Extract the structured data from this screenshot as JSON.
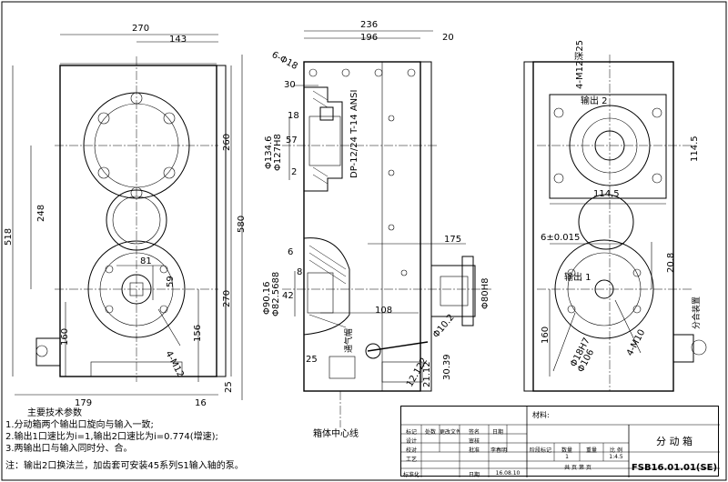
{
  "dimensions": {
    "top_left": [
      "270",
      "143"
    ],
    "top_mid": [
      "236",
      "196",
      "20"
    ],
    "bolt_holes": "6-Φ18",
    "left_view": [
      "518",
      "248",
      "260",
      "580",
      "270",
      "156",
      "160",
      "81",
      "59",
      "4-M12",
      "179",
      "16",
      "25"
    ],
    "mid_view": [
      "30",
      "18",
      "57",
      "Φ134.6",
      "Φ127H8",
      "2",
      "DP-12/24 T-14 ANSI",
      "6",
      "8",
      "42",
      "Φ90.16",
      "Φ82.5688",
      "175",
      "Φ80H8",
      "108",
      "Φ10.2",
      "21.12",
      "30.39",
      "12.122",
      "25",
      "通气帽",
      "箱体中心线"
    ],
    "right_view": [
      "4-M12深25",
      "输出 2",
      "114.5",
      "114,5",
      "6±0.015",
      "20.8",
      "输出 1",
      "Φ18H7",
      "Φ106",
      "4-M10",
      "160",
      "分合装置"
    ]
  },
  "notes": {
    "title": "主要技术参数",
    "items": [
      "1.分动箱两个输出口旋向与输入一致;",
      "2.输出1口速比为i=1,输出2口速比为i=0.774(增速);",
      "3.两输出口与输入同时分、合。"
    ],
    "remark": "注：输出2口换法兰，加齿套可安装45系列S1输入轴的泵。"
  },
  "title_block": {
    "material_label": "材料:",
    "row_mark": "标记",
    "row_count": "处数",
    "row_doc": "更改文件号",
    "row_sign": "签名",
    "row_date": "日期",
    "design": "设计",
    "review": "审核",
    "check": "校对",
    "approve": "批准",
    "approver": "李春明",
    "process": "工艺",
    "standard": "标准化",
    "date_label": "日期",
    "date": "16.08.10",
    "stage_mark": "阶段标记",
    "quantity": "数量",
    "weight": "重量",
    "scale": "比 例",
    "qty_value": "1",
    "scale_value": "1:4.5",
    "sheets": "共 页 第 页",
    "part_name": "分 动 箱",
    "drawing_no": "FSB16.01.01(SE)"
  }
}
